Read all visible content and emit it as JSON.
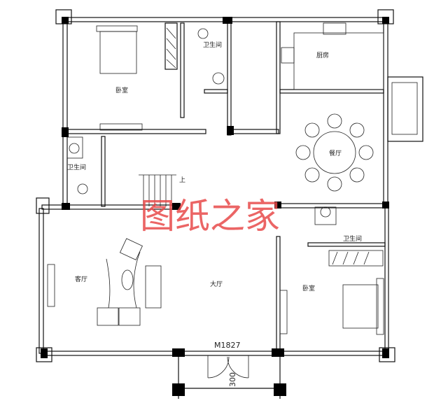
{
  "rooms": {
    "bedroom_top": "卧室",
    "bathroom_top": "卫生间",
    "kitchen": "厨房",
    "dining": "餐厅",
    "bathroom_left": "卫生间",
    "stairs_up": "上",
    "living": "客厅",
    "hall": "大厅",
    "bathroom_right": "卫生间",
    "bedroom_right": "卧室"
  },
  "door_label": "M1827",
  "dimension": "300",
  "watermark": "图纸之家"
}
